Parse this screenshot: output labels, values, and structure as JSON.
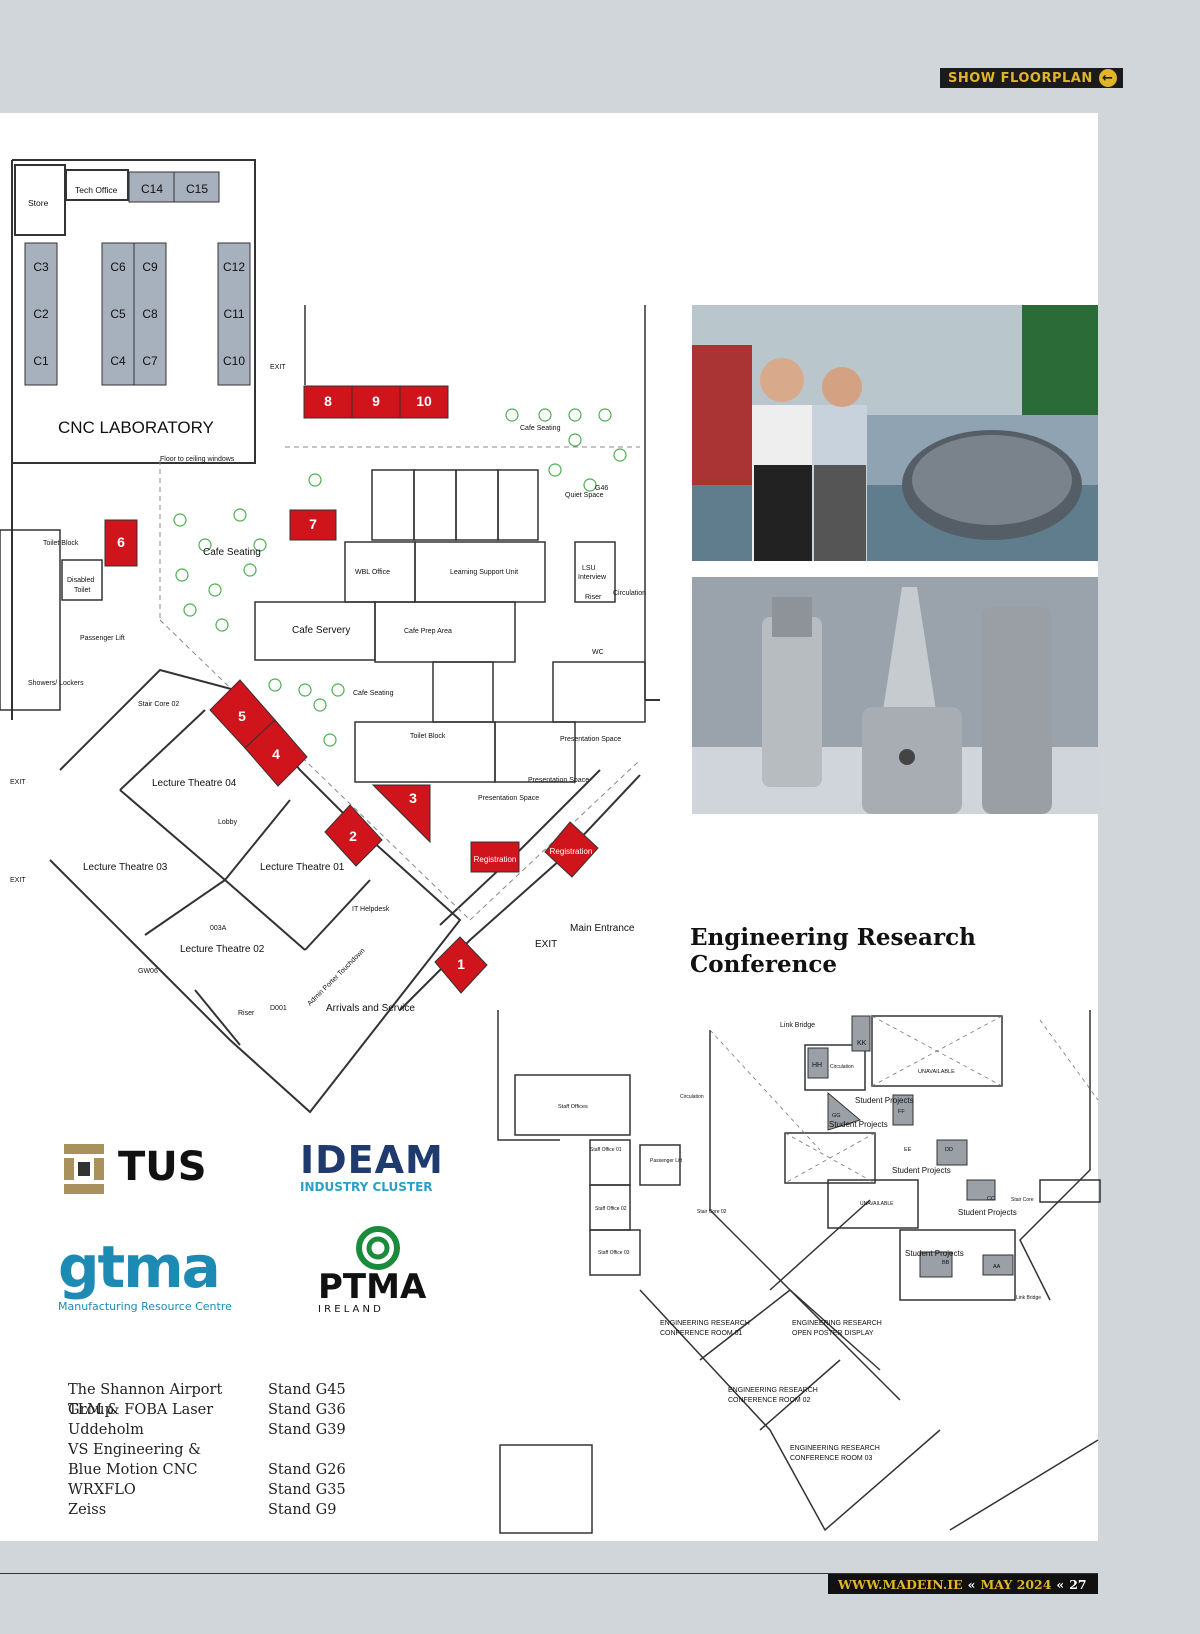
{
  "header": {
    "show_floorplan": "SHOW FLOORPLAN"
  },
  "floorplan_main": {
    "rooms": {
      "store": "Store",
      "tech_office": "Tech Office",
      "cnc_lab": "CNC LABORATORY",
      "floor_windows": "Floor to ceiling windows",
      "exit": "EXIT",
      "cafe_seating": "Cafe Seating",
      "quiet_space": "Quiet Space",
      "g46": "G46",
      "wbl_office": "WBL Office",
      "learning_support": "Learning Support Unit",
      "lsu_interview": "LSU\nInterview",
      "riser": "Riser",
      "circulation": "Circulation",
      "cafe_servery": "Cafe Servery",
      "cafe_prep": "Cafe Prep Area",
      "wc": "WC",
      "toilet_block": "Toilet Block",
      "disabled_toilet": "Disabled\nToilet",
      "passenger_lift": "Passenger Lift",
      "showers_lockers": "Showers/ Lockers",
      "stair_core_02": "Stair Core 02",
      "lt04": "Lecture Theatre 04",
      "lobby": "Lobby",
      "lt03": "Lecture Theatre 03",
      "lt01": "Lecture Theatre 01",
      "lt02": "Lecture Theatre 02",
      "r003a": "003A",
      "it_helpdesk": "IT Helpdesk",
      "admin_porter": "Admin Porter Touchdown",
      "d001": "D001",
      "gw06": "GW06",
      "arrivals": "Arrivals and Service",
      "presentation_space": "Presentation Space",
      "main_entrance": "Main Entrance",
      "registration": "Registration"
    },
    "stands": [
      "C14",
      "C15",
      "C3",
      "C6",
      "C9",
      "C12",
      "C2",
      "C5",
      "C8",
      "C11",
      "C1",
      "C4",
      "C7",
      "C10"
    ],
    "numbered_stands": [
      "1",
      "2",
      "3",
      "4",
      "5",
      "6",
      "7",
      "8",
      "9",
      "10"
    ]
  },
  "photos": [
    {
      "icon": "photo-visitors-at-machine"
    },
    {
      "icon": "photo-tool-holders"
    }
  ],
  "conference_title": "Engineering Research Conference",
  "floorplan_eng": {
    "link_bridge": "Link Bridge",
    "kk": "KK",
    "hh": "HH",
    "circulation": "Circulation",
    "unavailable": "UNAVAILABLE",
    "student_projects": "Student Projects",
    "ff": "FF",
    "gg": "GG",
    "ee": "EE",
    "dd": "DD",
    "cc": "CC",
    "bb": "BB",
    "aa": "AA",
    "stair_core": "Stair Core",
    "staff_offices": "Staff Offices",
    "staff_office_01": "Staff Office 01",
    "staff_office_02": "Staff Office 02",
    "staff_office_03": "Staff Office 03",
    "passenger_lift": "Passenger Lift",
    "stair_core_02": "Stair Core 02",
    "conf_room_01": "ENGINEERING RESEARCH\nCONFERENCE ROOM 01",
    "poster_display": "ENGINEERING RESEARCH\nOPEN POSTER DISPLAY",
    "conf_room_02": "ENGINEERING RESEARCH\nCONFERENCE ROOM 02",
    "conf_room_03": "ENGINEERING RESEARCH\nCONFERENCE ROOM 03"
  },
  "logos": {
    "tus": "TUS",
    "ideam": "IDEAM",
    "ideam_sub": "INDUSTRY CLUSTER",
    "gtma": "gtma",
    "gtma_sub": "Manufacturing Resource Centre",
    "ptma": "PTMA",
    "ptma_sub": "I R E L A N D"
  },
  "exhibitors": [
    {
      "name": "The Shannon Airport Group",
      "stand": "Stand G45"
    },
    {
      "name": "TLM & FOBA Laser",
      "stand": "Stand G36"
    },
    {
      "name": "Uddeholm",
      "stand": "Stand G39"
    },
    {
      "name": "VS Engineering &",
      "stand": ""
    },
    {
      "name": "Blue Motion CNC",
      "stand": "Stand G26"
    },
    {
      "name": "WRXFLO",
      "stand": "Stand G35"
    },
    {
      "name": "Zeiss",
      "stand": "Stand G9"
    }
  ],
  "footer": {
    "site": "WWW.MADEIN.IE",
    "sep": "«",
    "issue": "MAY 2024",
    "page": "27"
  },
  "colors": {
    "stand_red": "#d0141b",
    "stand_grey": "#a7b0bd",
    "accent_gold": "#e0b52a"
  }
}
